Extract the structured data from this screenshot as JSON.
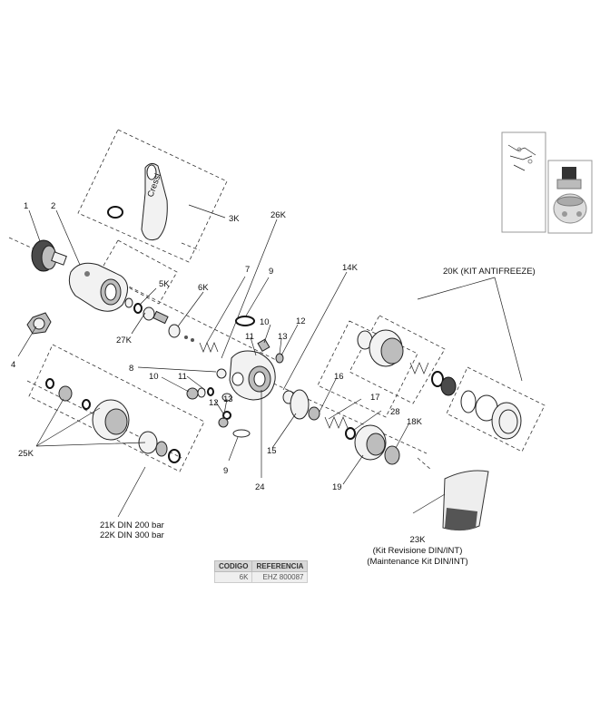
{
  "labels": {
    "l1": "1",
    "l2": "2",
    "l3k": "3K",
    "l4": "4",
    "l5k": "5K",
    "l6k": "6K",
    "l7": "7",
    "l8": "8",
    "l9a": "9",
    "l9b": "9",
    "l10a": "10",
    "l10b": "10",
    "l11a": "11",
    "l11b": "11",
    "l12a": "12",
    "l12b": "12",
    "l13a": "13",
    "l13b": "13",
    "l14k": "14K",
    "l15": "15",
    "l16": "16",
    "l17": "17",
    "l18k": "18K",
    "l19": "19",
    "l20k": "20K (KIT ANTIFREEZE)",
    "l24": "24",
    "l25k": "25K",
    "l26k": "26K",
    "l27k": "27K",
    "l28": "28",
    "l21k": "21K  DIN 200 bar",
    "l22k": "22K  DIN 300 bar",
    "l23k": "23K",
    "l23k_it": "(Kit Revisione DIN/INT)",
    "l23k_en": "(Maintenance Kit DIN/INT)"
  },
  "table": {
    "headers": [
      "CODIGO",
      "REFERENCIA"
    ],
    "rows": [
      [
        "6K",
        "EHZ 800087"
      ]
    ]
  }
}
